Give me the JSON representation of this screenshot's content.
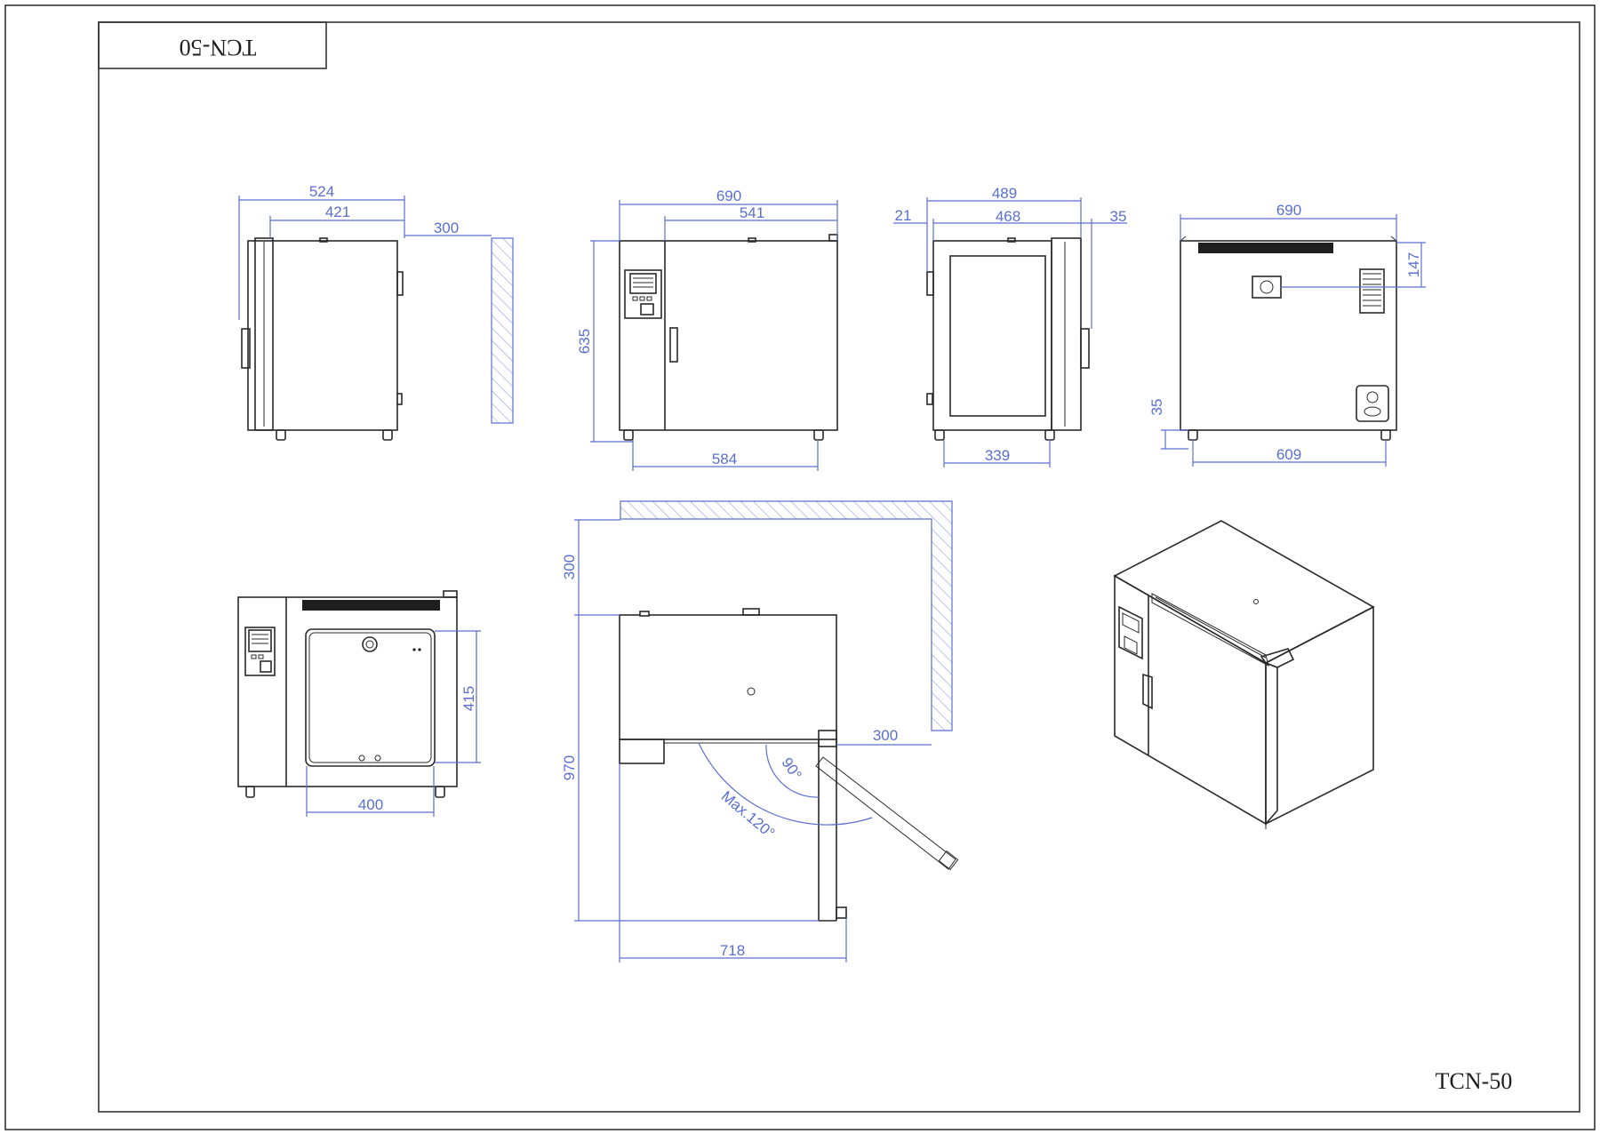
{
  "title_block": {
    "model": "TCN-50"
  },
  "corner_label": "TCN-50",
  "dimensions": {
    "side": {
      "overall_depth": "524",
      "body_depth": "421",
      "wall_clearance": "300"
    },
    "front": {
      "overall_width": "690",
      "door_width": "541",
      "height": "635",
      "feet_span": "584"
    },
    "door_open_view": {
      "width": "489",
      "inner_width": "468",
      "left_offset": "21",
      "right_offset": "35",
      "feet_span": "339"
    },
    "back": {
      "width": "690",
      "vent_height": "147",
      "foot_height": "35",
      "feet_span": "609"
    },
    "chamber": {
      "height": "415",
      "width": "400"
    },
    "top_plan": {
      "rear_clearance": "300",
      "side_clearance": "300",
      "depth_with_door": "970",
      "width": "718",
      "door_angle_1": "90°",
      "door_angle_2": "Max.120°"
    }
  },
  "colors": {
    "line": "#2a2a2a",
    "dimension": "#5a6fd0"
  }
}
